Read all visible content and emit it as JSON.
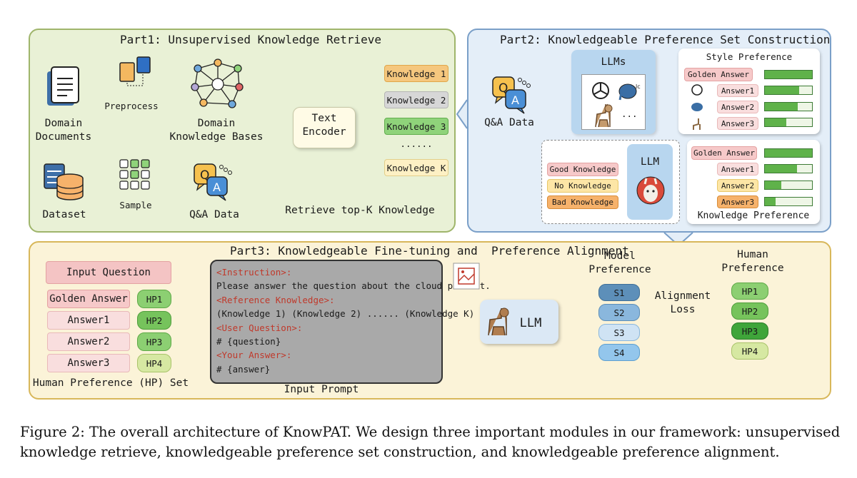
{
  "part1": {
    "title": "Part1: Unsupervised Knowledge Retrieve",
    "domain_docs": "Domain\nDocuments",
    "preprocess": "Preprocess",
    "domain_kb": "Domain\nKnowledge Bases",
    "dataset": "Dataset",
    "sample": "Sample",
    "qa_data": "Q&A Data",
    "text_encoder": "Text\nEncoder",
    "retrieve": "Retrieve top-K Knowledge",
    "knowledge": [
      "Knowledge 1",
      "Knowledge 2",
      "Knowledge 3",
      "......",
      "Knowledge K"
    ]
  },
  "part2": {
    "title": "Part2: Knowledgeable Preference Set Construction",
    "qa_data": "Q&A Data",
    "llms": "LLMs",
    "llms_more": "...",
    "style_pref": "Style Preference",
    "style_answers": [
      "Golden Answer",
      "Answer1",
      "Answer2",
      "Answer3"
    ],
    "style_levels": [
      1.0,
      0.72,
      0.7,
      0.45
    ],
    "llm": "LLM",
    "knowledge_inputs": [
      "Good Knowledge",
      "No Knowledge",
      "Bad Knowledge"
    ],
    "know_answers": [
      "Golden Answer",
      "Answer1",
      "Answer2",
      "Answer3"
    ],
    "know_levels": [
      1.0,
      0.68,
      0.35,
      0.22
    ],
    "know_pref": "Knowledge Preference"
  },
  "part3": {
    "title_a": "Part3: Knowledgeable Fine-tuning and",
    "title_b": "Preference Alignment",
    "input_question": "Input Question",
    "answers": [
      "Golden Answer",
      "Answer1",
      "Answer2",
      "Answer3"
    ],
    "hp": [
      "HP1",
      "HP2",
      "HP3",
      "HP4"
    ],
    "hp_set": "Human Preference (HP) Set",
    "prompt": {
      "instruction_tag": "<Instruction>:",
      "instruction": "Please answer the question about the cloud product.",
      "reference_tag": "<Reference Knowledge>:",
      "reference": "(Knowledge 1) (Knowledge 2) ...... (Knowledge K)",
      "question_tag": "<User Question>:",
      "question": "# {question}",
      "answer_tag": "<Your Answer>:",
      "answer": "# {answer}"
    },
    "input_prompt": "Input Prompt",
    "llm": "LLM",
    "model_pref": "Model\nPreference",
    "scores": [
      "S1",
      "S2",
      "S3",
      "S4"
    ],
    "alignment_loss": "Alignment\nLoss",
    "human_pref": "Human\nPreference",
    "human_hp": [
      "HP1",
      "HP2",
      "HP3",
      "HP4"
    ]
  },
  "caption": "Figure 2: The overall architecture of KnowPAT. We design three important modules in our framework: unsupervised knowledge retrieve, knowledgeable preference set construction, and knowledgeable preference alignment.",
  "colors": {
    "part1_bg": "#e9f1d6",
    "part2_bg": "#e4eef8",
    "part3_bg": "#fbf3d8",
    "arrow_red": "#e2533b"
  }
}
